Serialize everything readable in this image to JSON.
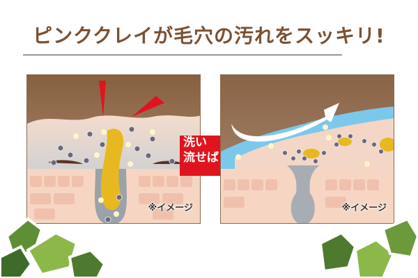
{
  "header": {
    "title": "ピンククレイが毛穴の汚れをスッキリ!"
  },
  "panels": [
    {
      "id": "before",
      "caption": "※イメージ"
    },
    {
      "id": "after",
      "caption": "※イメージ"
    }
  ],
  "arrow": {
    "line1": "洗い",
    "line2": "流せば",
    "color": "#e0141e"
  },
  "colors": {
    "title": "#7a5232",
    "rule": "#999591",
    "panel_top": "#8a6446",
    "skin": "#f6d6c2",
    "brick": "#f2c7ae",
    "water": "#7cc8ea",
    "clay": "#e8b820"
  }
}
